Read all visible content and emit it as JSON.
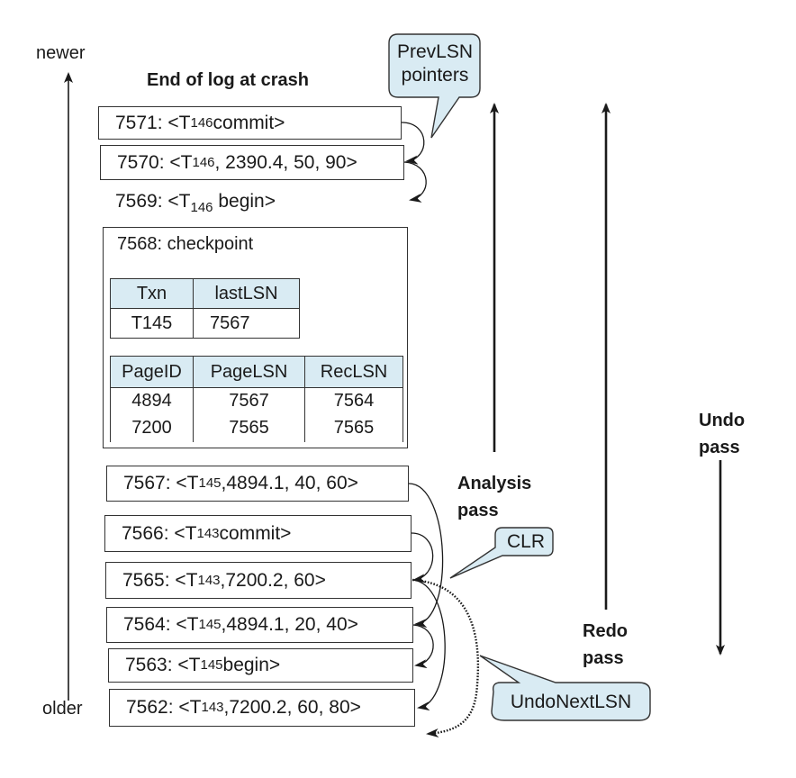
{
  "axis": {
    "newer_label": "newer",
    "older_label": "older"
  },
  "title": "End of log at crash",
  "log_records": [
    {
      "lsn": "7571",
      "prefix": "7571: <T",
      "sub": "146",
      "suffix": " commit>",
      "boxed": true
    },
    {
      "lsn": "7570",
      "prefix": "7570: <T",
      "sub": "146",
      "suffix": ", 2390.4, 50, 90>",
      "boxed": true
    },
    {
      "lsn": "7569",
      "prefix": "7569: <T",
      "sub": "146",
      "suffix": " begin>",
      "boxed": false
    },
    {
      "lsn": "7567",
      "prefix": "7567: <T",
      "sub": "145",
      "suffix": ",4894.1, 40, 60>",
      "boxed": true
    },
    {
      "lsn": "7566",
      "prefix": "7566: <T",
      "sub": "143",
      "suffix": " commit>",
      "boxed": true
    },
    {
      "lsn": "7565",
      "prefix": "7565: <T",
      "sub": "143",
      "suffix": ",7200.2, 60>",
      "boxed": true
    },
    {
      "lsn": "7564",
      "prefix": "7564: <T",
      "sub": "145",
      "suffix": ",4894.1, 20, 40>",
      "boxed": true
    },
    {
      "lsn": "7563",
      "prefix": "7563: <T",
      "sub": "145",
      "suffix": " begin>",
      "boxed": true
    },
    {
      "lsn": "7562",
      "prefix": "7562: <T",
      "sub": "143",
      "suffix": ",7200.2, 60, 80>",
      "boxed": true
    }
  ],
  "checkpoint": {
    "label": "7568: checkpoint",
    "txn_table": {
      "headers": [
        "Txn",
        "lastLSN"
      ],
      "rows": [
        [
          "T145",
          "7567"
        ]
      ]
    },
    "page_table": {
      "headers": [
        "PageID",
        "PageLSN",
        "RecLSN"
      ],
      "rows": [
        [
          "4894",
          "7567",
          "7564"
        ],
        [
          "7200",
          "7565",
          "7565"
        ]
      ]
    }
  },
  "callouts": {
    "prevlsn": [
      "PrevLSN",
      "pointers"
    ],
    "clr": "CLR",
    "undonext": "UndoNextLSN"
  },
  "passes": {
    "analysis": [
      "Analysis",
      "pass"
    ],
    "redo": [
      "Redo",
      "pass"
    ],
    "undo": [
      "Undo",
      "pass"
    ]
  },
  "colors": {
    "callout_fill": "#d9ebf3",
    "line": "#1a1a1a"
  }
}
